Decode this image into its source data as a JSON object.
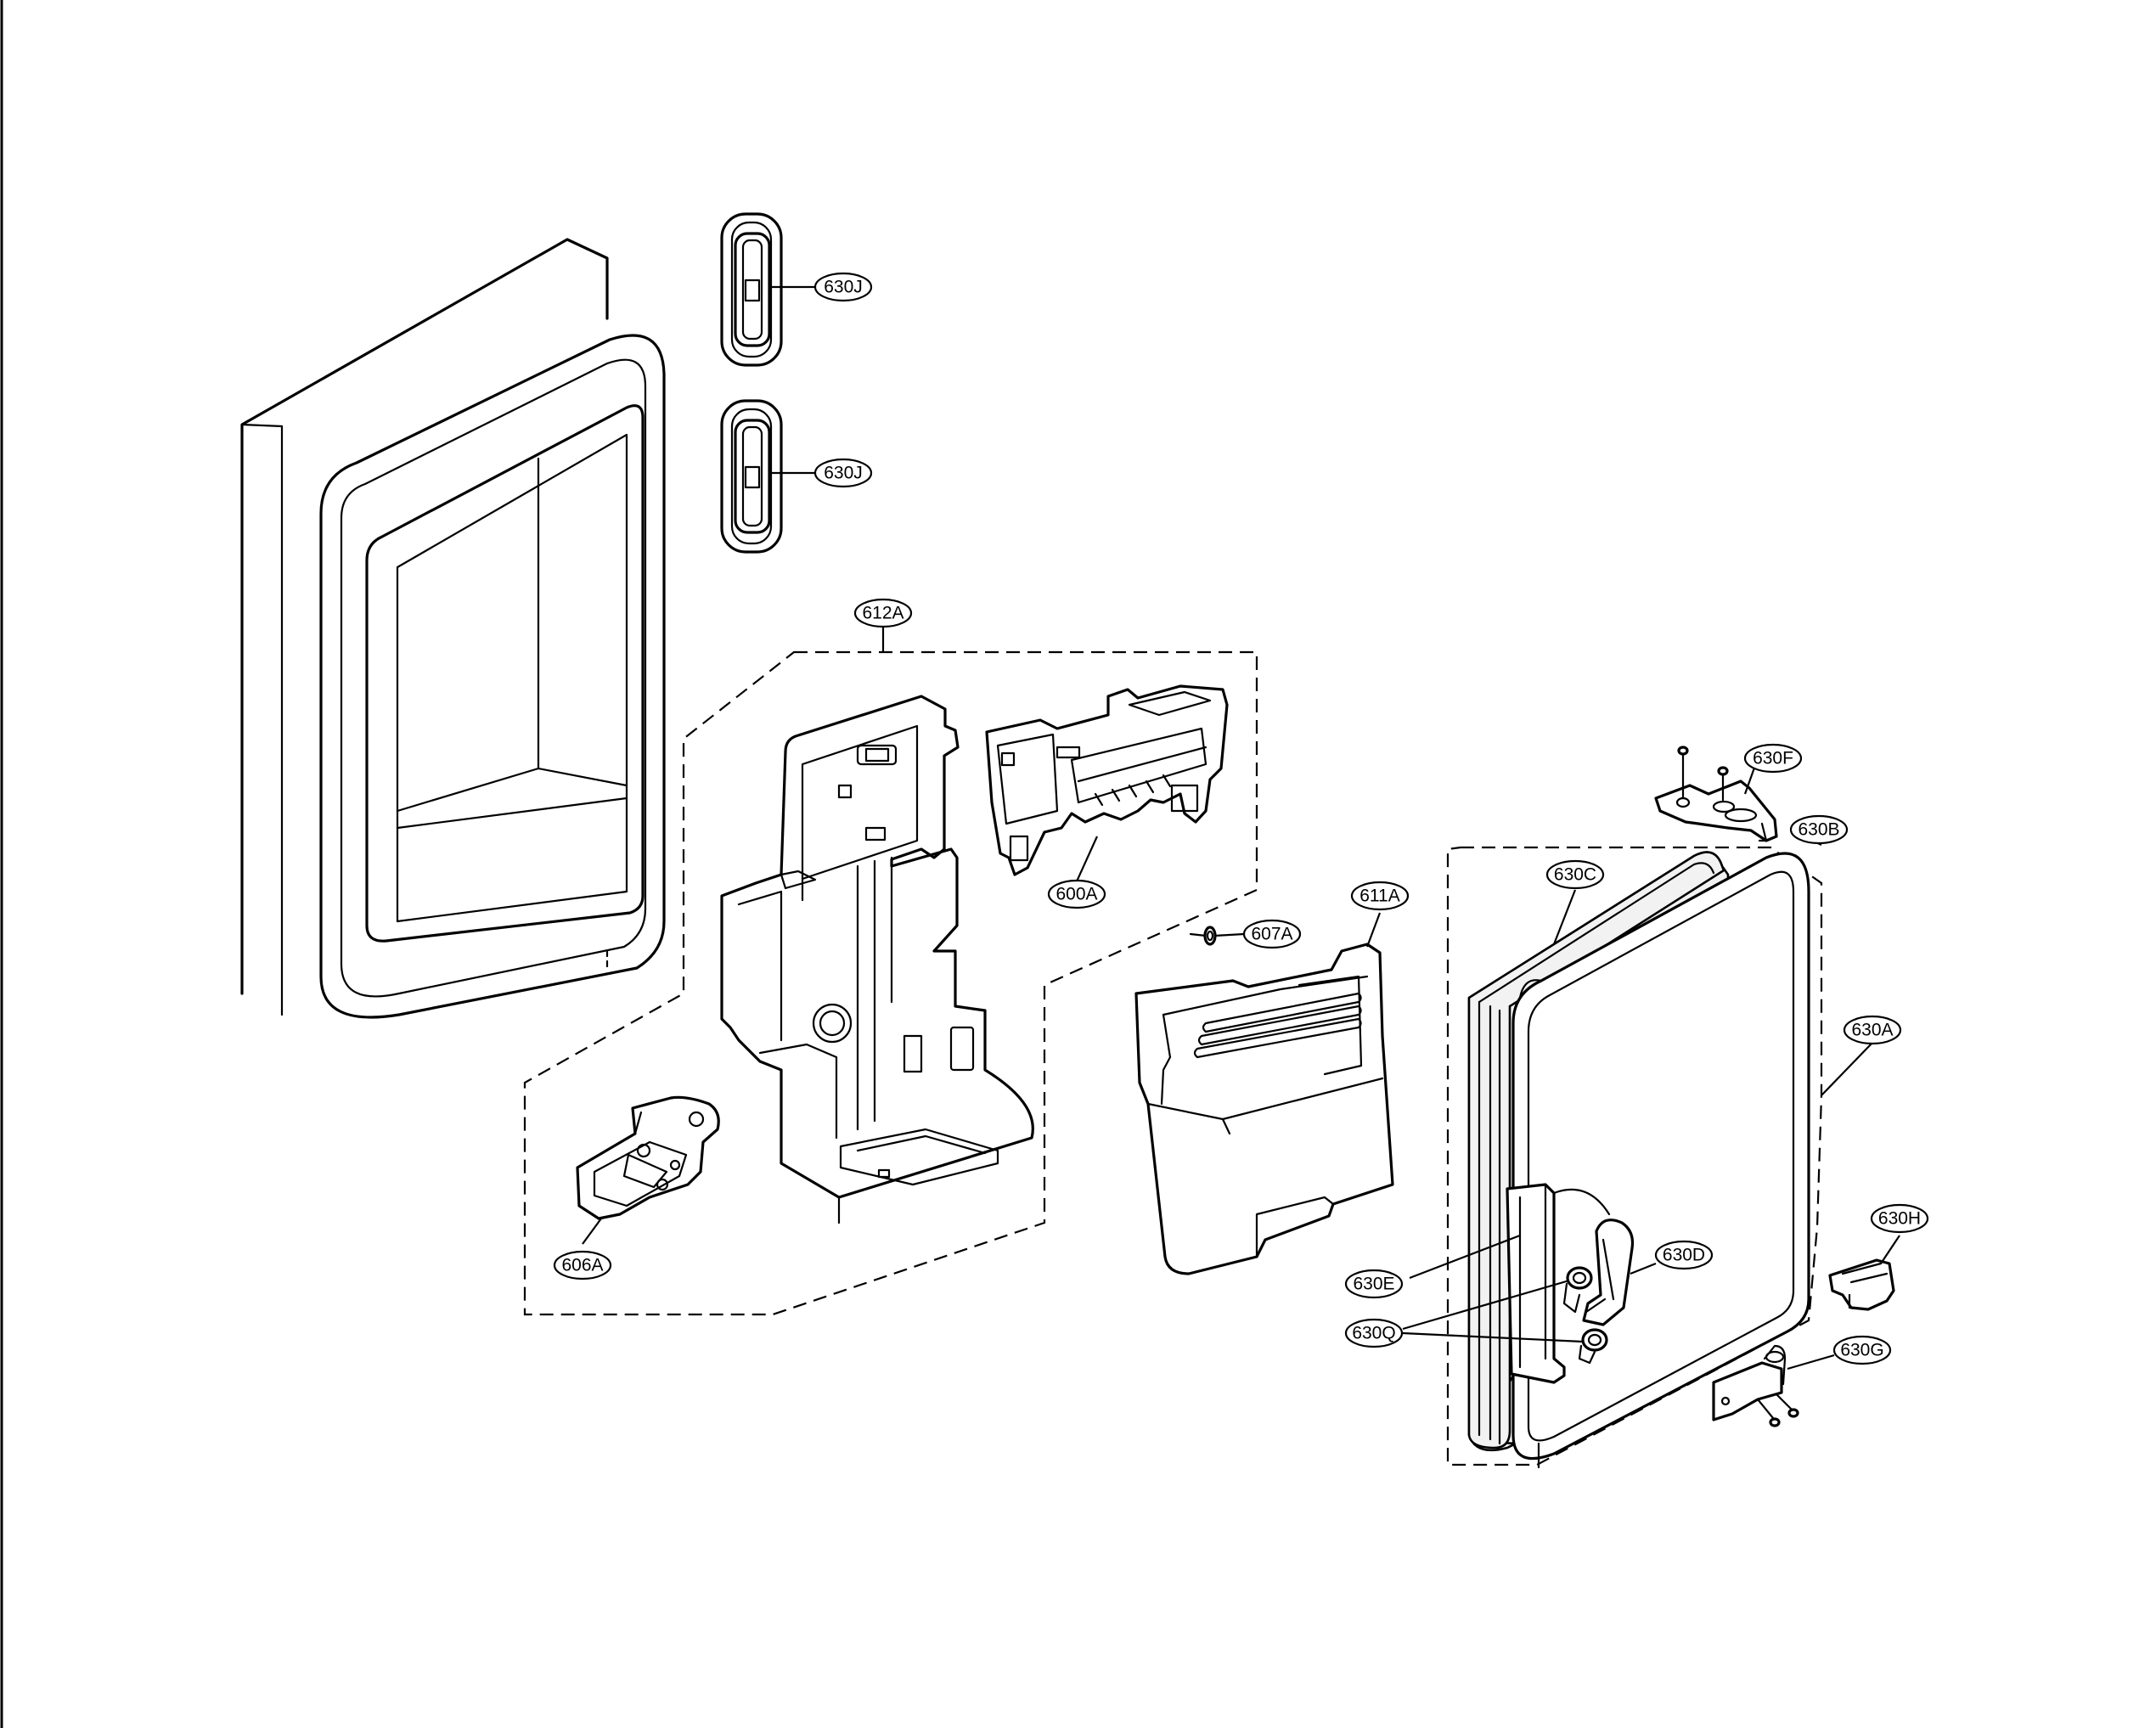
{
  "callouts": {
    "630J_a": "630J",
    "630J_b": "630J",
    "612A": "612A",
    "600A": "600A",
    "607A": "607A",
    "611A": "611A",
    "606A": "606A",
    "630F": "630F",
    "630B": "630B",
    "630C": "630C",
    "630A": "630A",
    "630H": "630H",
    "630D": "630D",
    "630E": "630E",
    "630Q": "630Q",
    "630G": "630G"
  }
}
